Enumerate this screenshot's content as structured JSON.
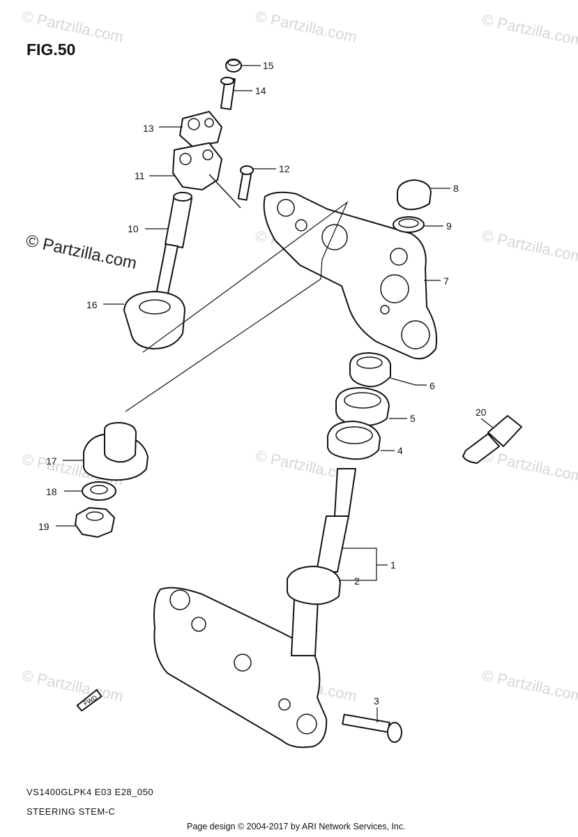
{
  "figure": {
    "title": "FIG.50"
  },
  "watermark": {
    "text": "© Partzilla.com",
    "small_text": "© Partzilla.com"
  },
  "fwd_marker": {
    "text": "FWD"
  },
  "parts": [
    {
      "ref": "1"
    },
    {
      "ref": "2"
    },
    {
      "ref": "3"
    },
    {
      "ref": "4"
    },
    {
      "ref": "5"
    },
    {
      "ref": "6"
    },
    {
      "ref": "7"
    },
    {
      "ref": "8"
    },
    {
      "ref": "9"
    },
    {
      "ref": "10"
    },
    {
      "ref": "11"
    },
    {
      "ref": "12"
    },
    {
      "ref": "13"
    },
    {
      "ref": "14"
    },
    {
      "ref": "15"
    },
    {
      "ref": "16"
    },
    {
      "ref": "17"
    },
    {
      "ref": "18"
    },
    {
      "ref": "19"
    },
    {
      "ref": "20"
    }
  ],
  "footer": {
    "model_code": "VS1400GLPK4 E03 E28_050",
    "section_name": "STEERING STEM-C",
    "copyright": "Page design © 2004-2017 by ARI Network Services, Inc."
  }
}
